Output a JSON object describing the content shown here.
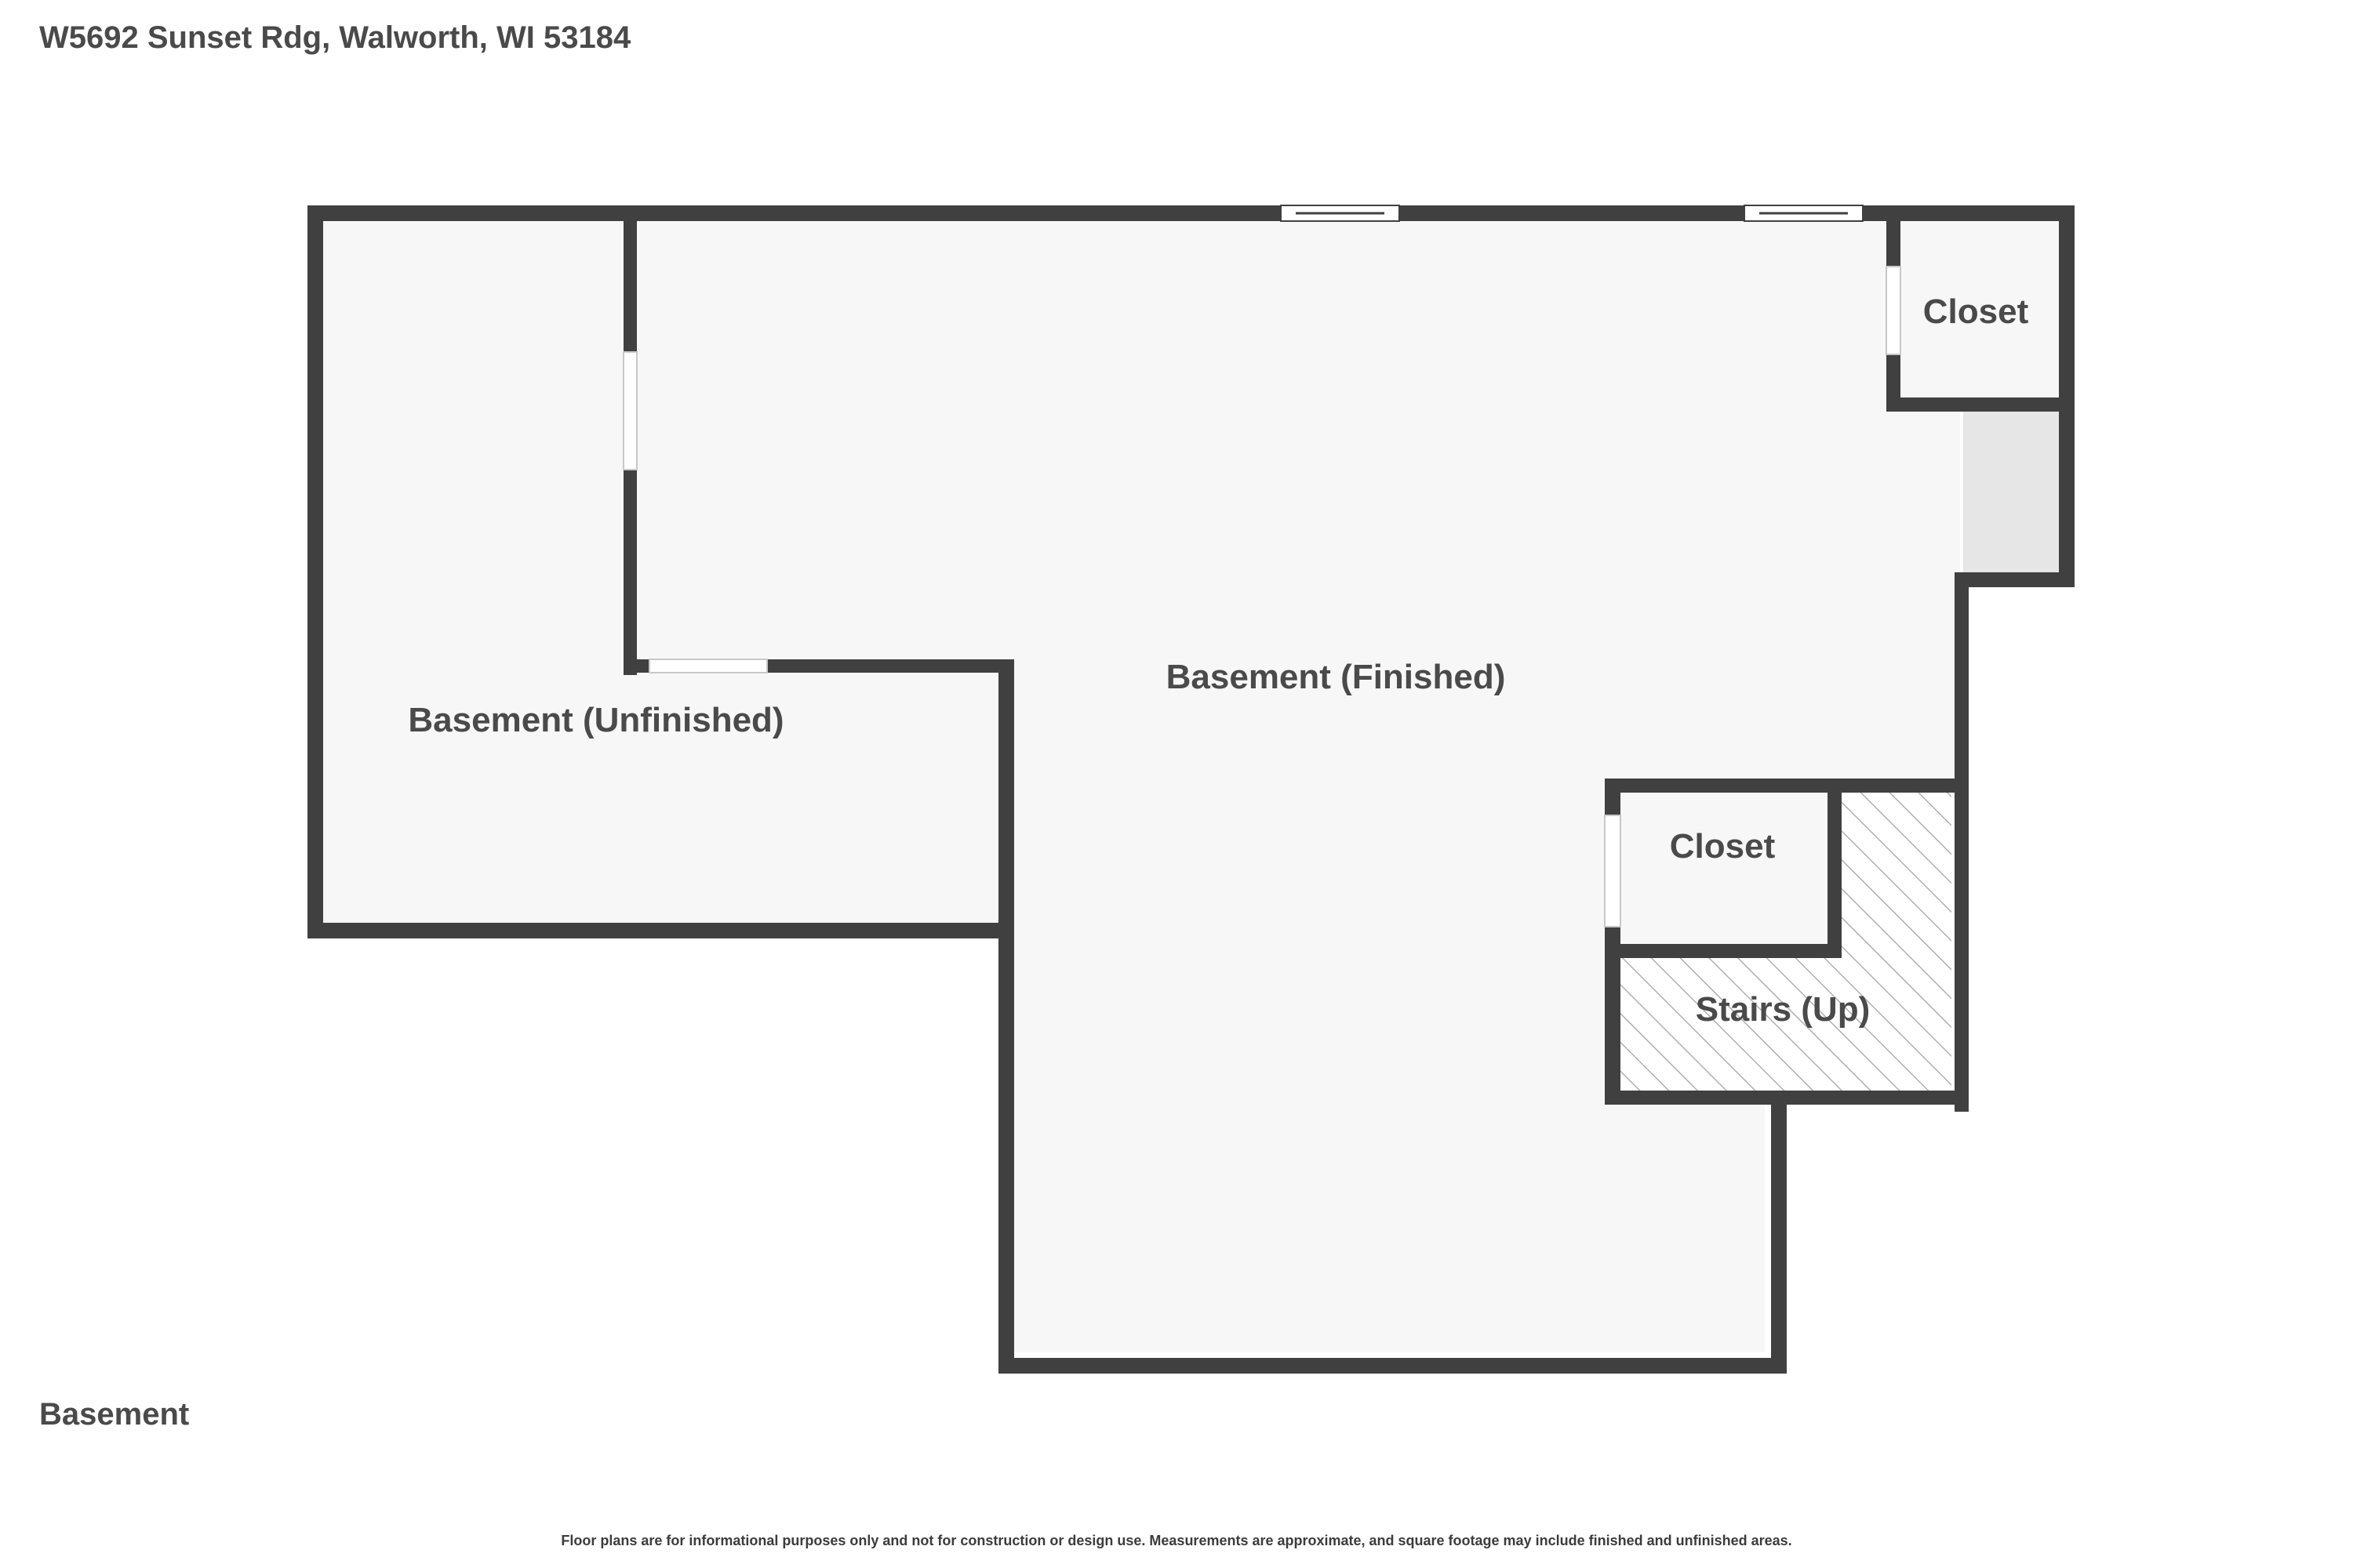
{
  "header": {
    "address": "W5692 Sunset Rdg, Walworth, WI 53184"
  },
  "floor": {
    "name": "Basement"
  },
  "rooms": {
    "unfinished": "Basement (Unfinished)",
    "finished": "Basement (Finished)",
    "closet_top": "Closet",
    "closet_mid": "Closet",
    "stairs": "Stairs (Up)"
  },
  "footer": {
    "disclaimer": "Floor plans are for informational purposes only and not for construction or design use. Measurements are approximate, and square footage may include finished and unfinished areas."
  },
  "colors": {
    "wall": "#404040",
    "floor": "#f7f7f7",
    "landing": "#e6e6e6",
    "opening": "#ffffff",
    "hatch": "#b0b0b0"
  }
}
